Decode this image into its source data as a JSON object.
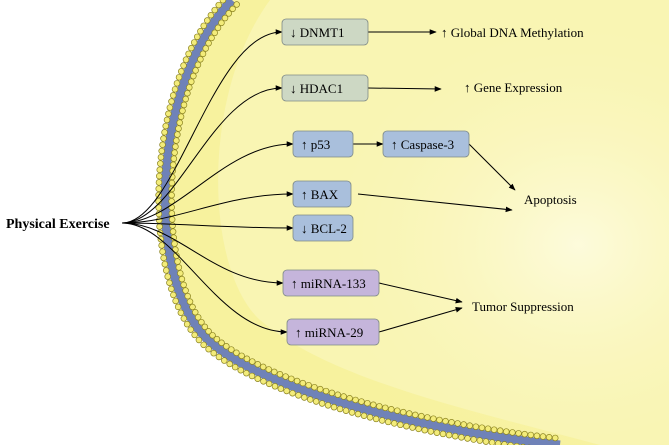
{
  "source_label": "Physical Exercise",
  "colors": {
    "cell_fill": "#f7f29e",
    "cell_inner": "#fbf9cc",
    "membrane_blue": "#6f82b8",
    "bead_fill": "#f3ec7a",
    "bead_stroke": "#8a8220",
    "green_box": "#cdd8c4",
    "blue_box": "#a9bfdc",
    "purple_box": "#c5b5db"
  },
  "nodes": [
    {
      "id": "dnmt1",
      "label": "↓ DNMT1",
      "color": "green"
    },
    {
      "id": "hdac1",
      "label": "↓ HDAC1",
      "color": "green"
    },
    {
      "id": "p53",
      "label": "↑ p53",
      "color": "blue"
    },
    {
      "id": "caspase3",
      "label": "↑ Caspase-3",
      "color": "blue"
    },
    {
      "id": "bax",
      "label": "↑ BAX",
      "color": "blue"
    },
    {
      "id": "bcl2",
      "label": "↓ BCL-2",
      "color": "blue"
    },
    {
      "id": "mirna133",
      "label": "↑ miRNA-133",
      "color": "purple"
    },
    {
      "id": "mirna29",
      "label": "↑ miRNA-29",
      "color": "purple"
    }
  ],
  "outcomes": [
    {
      "id": "methylation",
      "label": "↑ Global DNA Methylation"
    },
    {
      "id": "expression",
      "label": "↑ Gene Expression"
    },
    {
      "id": "apoptosis",
      "label": "Apoptosis"
    },
    {
      "id": "tumor",
      "label": "Tumor Suppression"
    }
  ],
  "edges": [
    {
      "from": "source",
      "to": "dnmt1"
    },
    {
      "from": "source",
      "to": "hdac1"
    },
    {
      "from": "source",
      "to": "p53"
    },
    {
      "from": "source",
      "to": "bax"
    },
    {
      "from": "source",
      "to": "bcl2"
    },
    {
      "from": "source",
      "to": "mirna133"
    },
    {
      "from": "source",
      "to": "mirna29"
    },
    {
      "from": "dnmt1",
      "to": "methylation"
    },
    {
      "from": "hdac1",
      "to": "expression"
    },
    {
      "from": "p53",
      "to": "caspase3"
    },
    {
      "from": "caspase3",
      "to": "apoptosis"
    },
    {
      "from": "bax",
      "to": "apoptosis"
    },
    {
      "from": "mirna133",
      "to": "tumor"
    },
    {
      "from": "mirna29",
      "to": "tumor"
    }
  ]
}
